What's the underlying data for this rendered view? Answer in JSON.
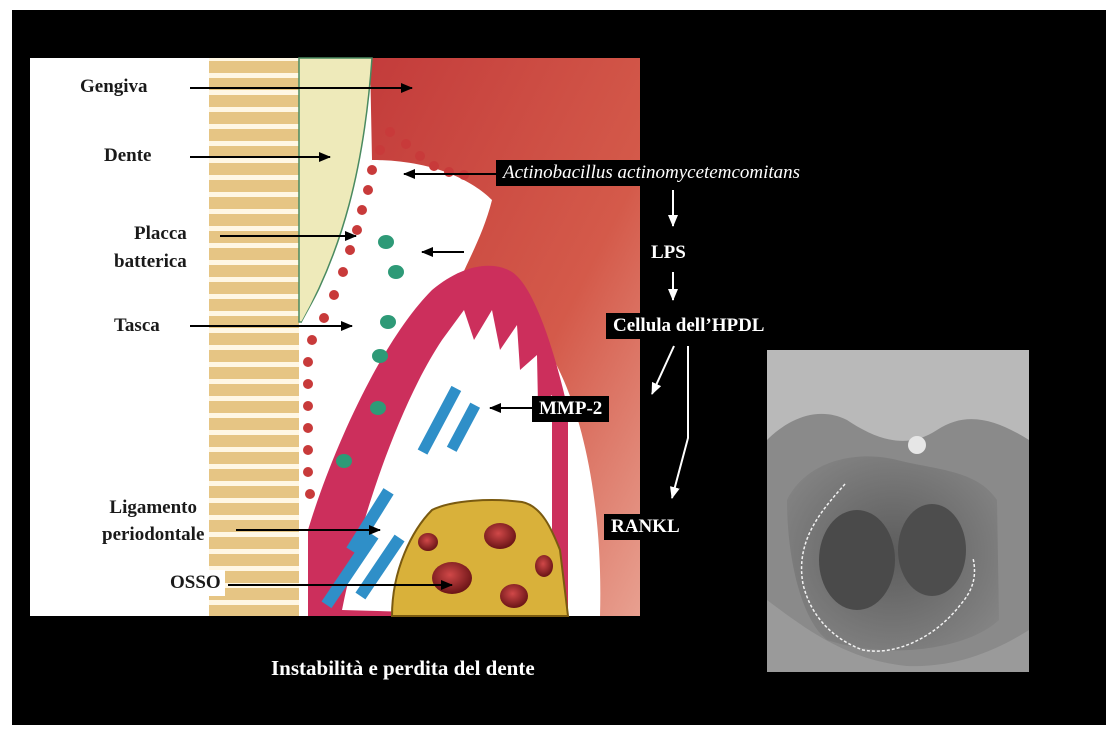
{
  "labels": {
    "gengiva": "Gengiva",
    "dente": "Dente",
    "placca_line1": "Placca",
    "placca_line2": "batterica",
    "tasca": "Tasca",
    "ligamento_line1": "Ligamento",
    "ligamento_line2": "periodontale",
    "osso": "OSSO"
  },
  "pathway": {
    "bacterium": "Actinobacillus actinomycetemcomitans",
    "lps": "LPS",
    "cell": "Cellula dell’HPDL",
    "mmp2": "MMP-2",
    "rankl": "RANKL"
  },
  "caption": "Instabilità e perdita del dente",
  "colors": {
    "background": "#000000",
    "gum": "#c83a3a",
    "tooth": "#eeeaba",
    "root_stripes": "#e6c584",
    "tissue": "#cc2f5c",
    "bone": "#d9b13a",
    "ligament": "#2f8fc8",
    "lps_dot": "#2e9a77"
  }
}
